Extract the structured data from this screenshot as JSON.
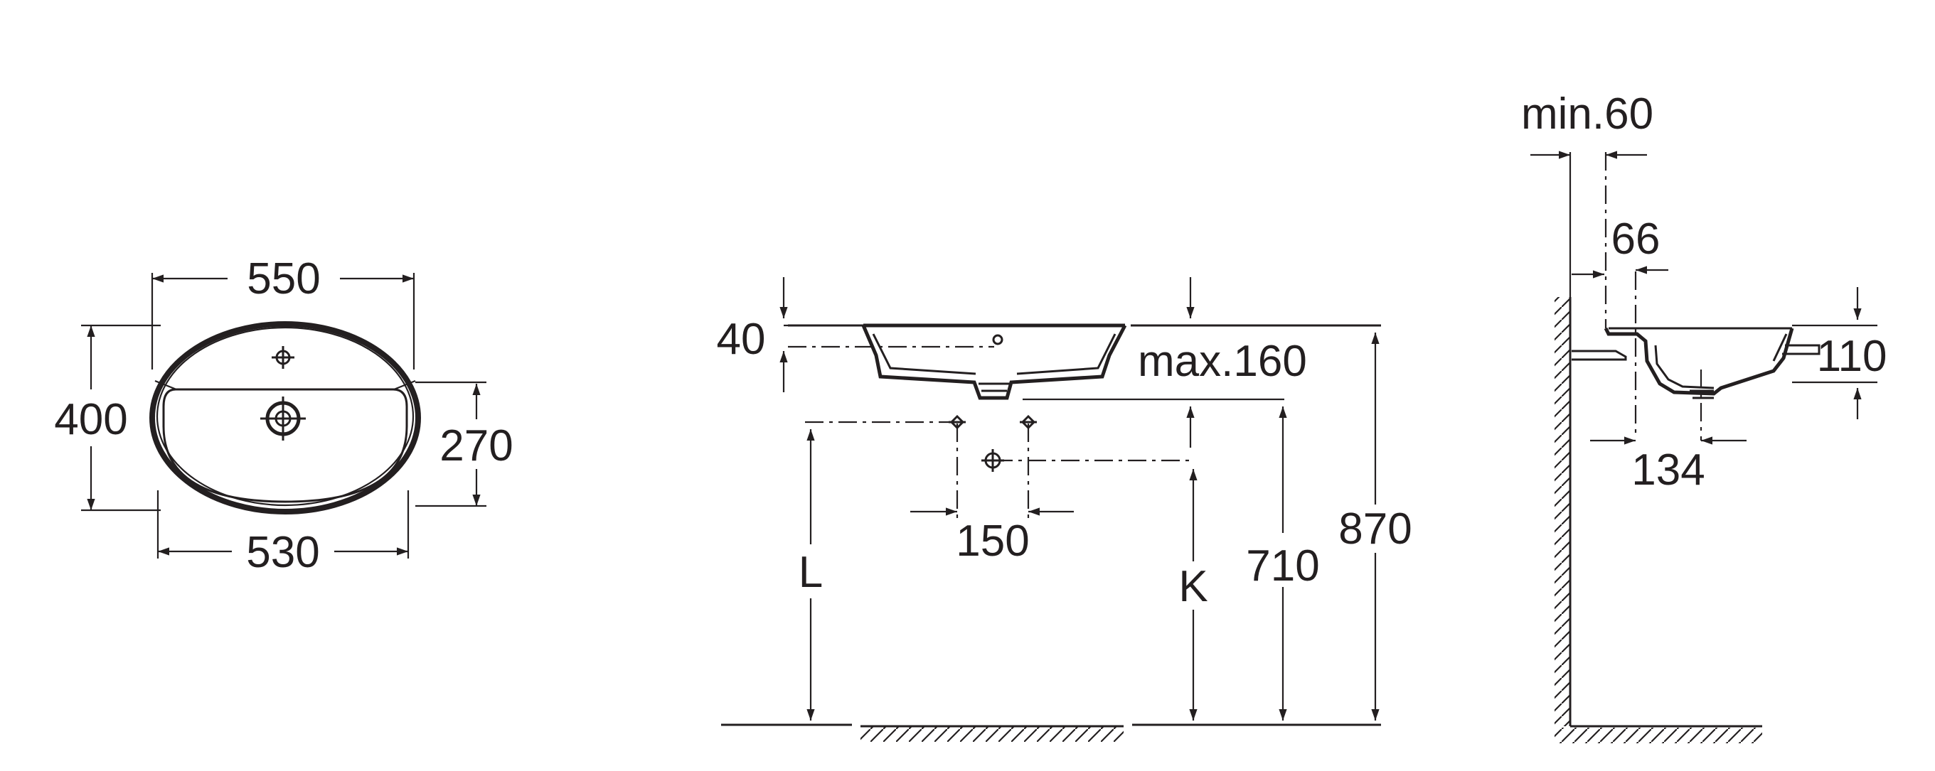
{
  "colors": {
    "ink": "#231f20",
    "background": "#ffffff"
  },
  "top_view": {
    "width_outer": "550",
    "depth_outer": "400",
    "bowl_depth": "270",
    "bowl_width": "530"
  },
  "front_view": {
    "rim_height": "40",
    "max_mount": "max.160",
    "tap_spacing": "150",
    "label_l": "L",
    "label_k": "K",
    "height_710": "710",
    "height_870": "870"
  },
  "side_view": {
    "min_wall": "min.60",
    "offset_66": "66",
    "height_110": "110",
    "offset_134": "134"
  }
}
